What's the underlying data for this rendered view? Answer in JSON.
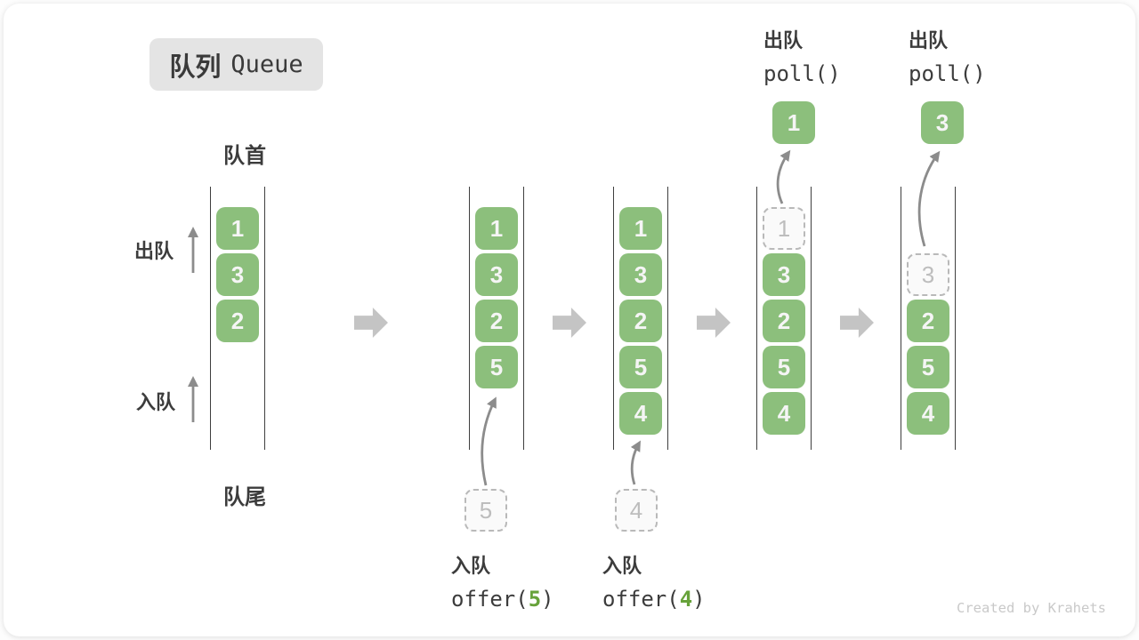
{
  "badge": {
    "title_zh": "队列",
    "title_en": "Queue"
  },
  "labels": {
    "front": "队首",
    "rear": "队尾",
    "dequeue_side": "出队",
    "enqueue_side": "入队"
  },
  "queues": [
    {
      "boxes": [
        "1",
        "3",
        "2"
      ]
    },
    {
      "boxes": [
        "1",
        "3",
        "2",
        "5"
      ],
      "incoming": "5",
      "op_zh": "入队",
      "code": {
        "pre": "offer(",
        "arg": "5",
        "post": ")"
      }
    },
    {
      "boxes": [
        "1",
        "3",
        "2",
        "5",
        "4"
      ],
      "incoming": "4",
      "op_zh": "入队",
      "code": {
        "pre": "offer(",
        "arg": "4",
        "post": ")"
      }
    },
    {
      "removed": "1",
      "boxes": [
        "3",
        "2",
        "5",
        "4"
      ],
      "popped": "1",
      "op_zh": "出队",
      "op_code": "poll()"
    },
    {
      "removed": "3",
      "boxes": [
        "2",
        "5",
        "4"
      ],
      "popped": "3",
      "op_zh": "出队",
      "op_code": "poll()"
    }
  ],
  "watermark": "Created by Krahets",
  "colors": {
    "item_green": "#8cbf7c",
    "item_text": "#f5f5f5",
    "code_arg_green": "#67a23a",
    "dashed_gray": "#b9b9b9",
    "line_dark": "#3f3f3f",
    "text_dark": "#3c3c3c",
    "block_arrow_gray": "#c4c4c4",
    "thin_arrow_gray": "#8c8c8c",
    "badge_bg": "#e4e4e4",
    "watermark_gray": "#c9c9c9"
  }
}
